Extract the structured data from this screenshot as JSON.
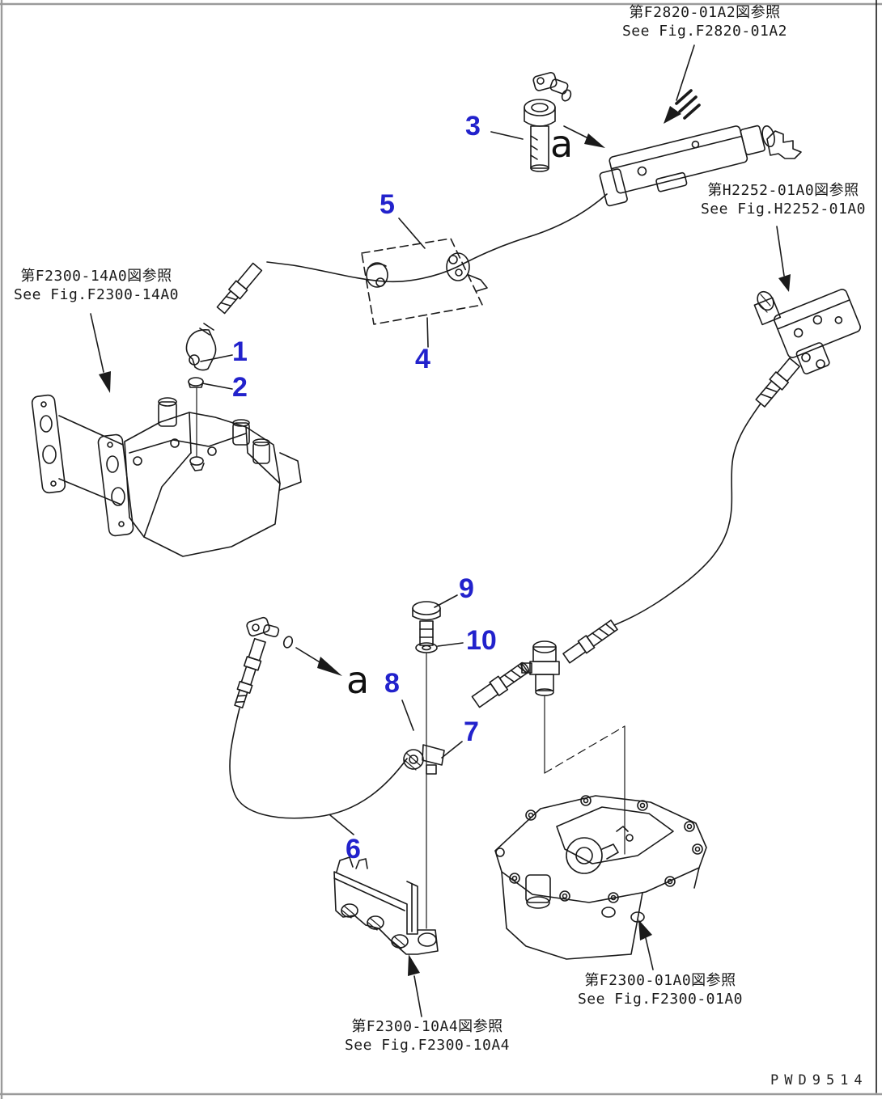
{
  "figure": {
    "drawing_number": "PWD9514"
  },
  "ref_labels": [
    {
      "jp": "第F2820-01A2図参照",
      "en": "See Fig.F2820-01A2"
    },
    {
      "jp": "第H2252-01A0図参照",
      "en": "See Fig.H2252-01A0"
    },
    {
      "jp": "第F2300-14A0図参照",
      "en": "See Fig.F2300-14A0"
    },
    {
      "jp": "第F2300-10A4図参照",
      "en": "See Fig.F2300-10A4"
    },
    {
      "jp": "第F2300-01A0図参照",
      "en": "See Fig.F2300-01A0"
    }
  ],
  "callouts": [
    {
      "number": "1"
    },
    {
      "number": "2"
    },
    {
      "number": "3"
    },
    {
      "number": "4"
    },
    {
      "number": "5"
    },
    {
      "number": "6"
    },
    {
      "number": "7"
    },
    {
      "number": "8"
    },
    {
      "number": "9"
    },
    {
      "number": "10"
    }
  ],
  "connection_labels": [
    {
      "letter": "a"
    },
    {
      "letter": "a"
    }
  ],
  "colors": {
    "callout_blue": "#2222cc",
    "line_black": "#1a1a1a",
    "frame_gray": "#9a9a9a"
  }
}
